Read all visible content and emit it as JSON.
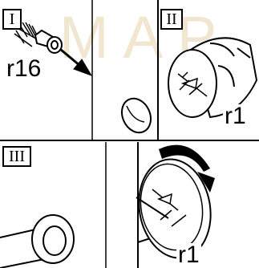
{
  "watermark": {
    "text": "MAP"
  },
  "steps": [
    {
      "numeral": "I",
      "part": "r16"
    },
    {
      "numeral": "II",
      "part": "r1"
    },
    {
      "numeral": "III",
      "part": "r1"
    }
  ],
  "colors": {
    "line": "#000000",
    "background": "#ffffff",
    "watermark": "#f1e6cf"
  }
}
